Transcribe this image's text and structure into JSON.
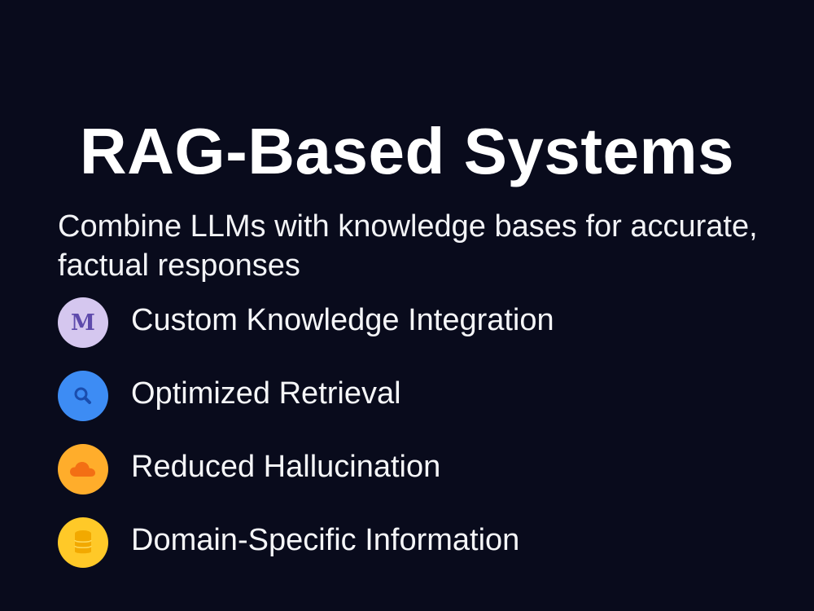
{
  "slide": {
    "title": "RAG-Based Systems",
    "subtitle": "Combine LLMs with knowledge bases for accurate, factual responses",
    "features": [
      {
        "label": "Custom Knowledge Integration",
        "icon": "letter-m-icon",
        "icon_letter": "M",
        "icon_bg": "#d5c7ef",
        "icon_fg": "#5e4aac"
      },
      {
        "label": "Optimized Retrieval",
        "icon": "search-icon",
        "icon_bg": "#3d8cf4",
        "icon_fg": "#1a4dad"
      },
      {
        "label": "Reduced Hallucination",
        "icon": "cloud-icon",
        "icon_bg": "#ffad2b",
        "icon_fg": "#f36f14"
      },
      {
        "label": "Domain-Specific Information",
        "icon": "database-icon",
        "icon_bg": "#ffc928",
        "icon_fg": "#f2a900"
      }
    ]
  },
  "colors": {
    "background": "#090b1c",
    "text": "#ffffff"
  }
}
